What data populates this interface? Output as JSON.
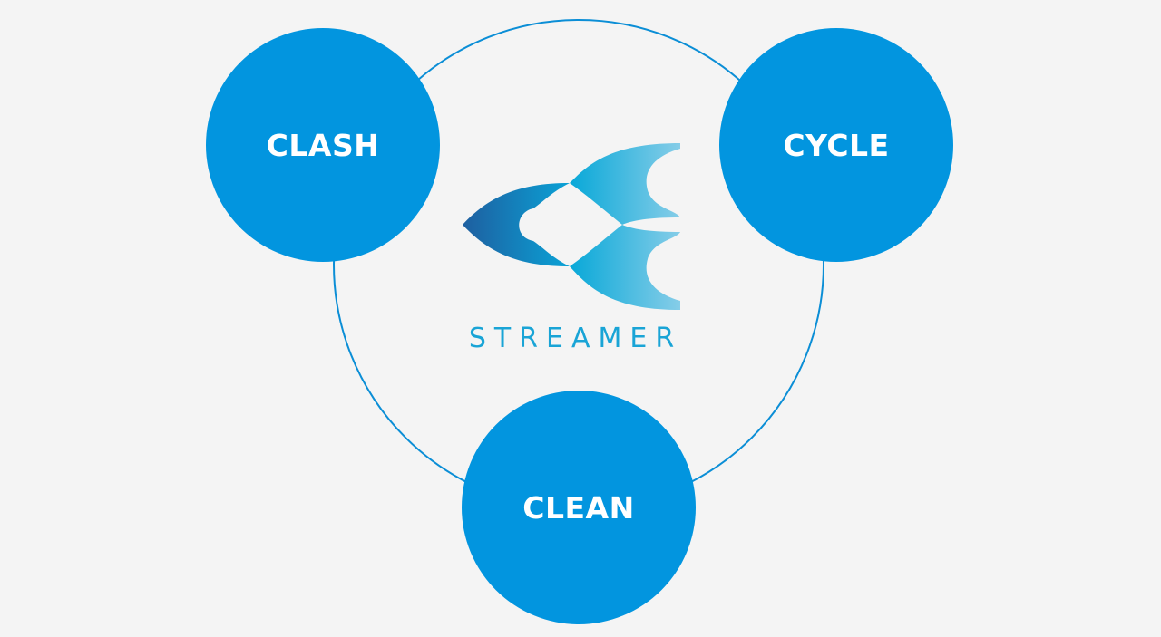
{
  "nodes": {
    "clash": "CLASH",
    "cycle": "CYCLE",
    "clean": "CLEAN"
  },
  "brand": {
    "name": "STREAMER",
    "logo_icon": "streamer-logo-icon",
    "colors": {
      "node_fill": "#0295df",
      "ring_stroke": "#0b8ed6",
      "wordmark": "#19a4d6",
      "logo_dark": "#1e5fa0",
      "logo_mid": "#08a8d8",
      "logo_light": "#7cc8e6"
    }
  }
}
